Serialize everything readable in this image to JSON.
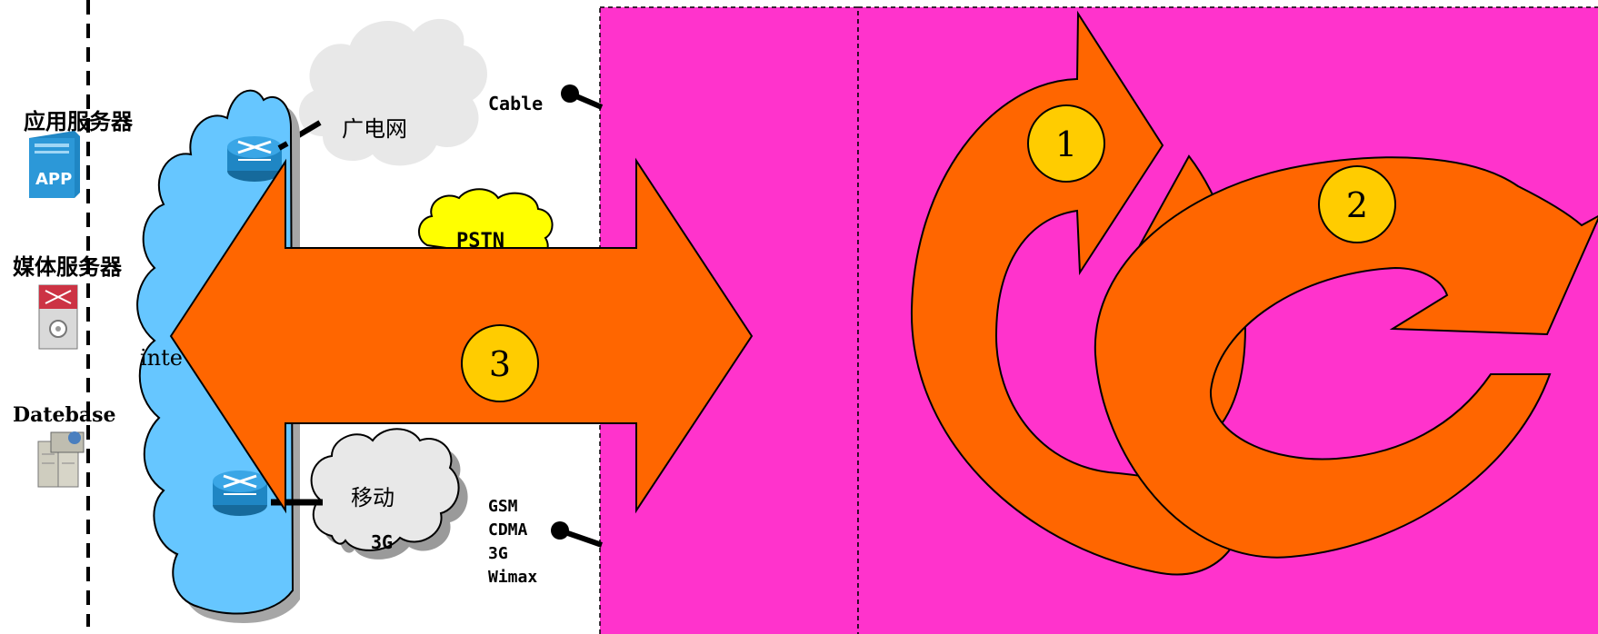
{
  "servers": {
    "app_server": "应用服务器",
    "app_icon_text": "APP",
    "media_server": "媒体服务器",
    "database": "Datebase"
  },
  "networks": {
    "internet": "inte",
    "broadcast": "广电网",
    "pstn": "PSTN",
    "mobile": "移动",
    "mobile_3g": "3G"
  },
  "access": {
    "cable": "Cable",
    "wireless": [
      "GSM",
      "CDMA",
      "3G",
      "Wimax"
    ]
  },
  "markers": {
    "m1": "1",
    "m2": "2",
    "m3": "3"
  },
  "colors": {
    "magenta": "#ff33cc",
    "orange": "#ff6600",
    "gold": "#ffcc00",
    "sky": "#66c6ff",
    "pstn_yellow": "#ffff00",
    "cloud_gray": "#e8e8e8",
    "router_blue": "#1f86c4"
  }
}
